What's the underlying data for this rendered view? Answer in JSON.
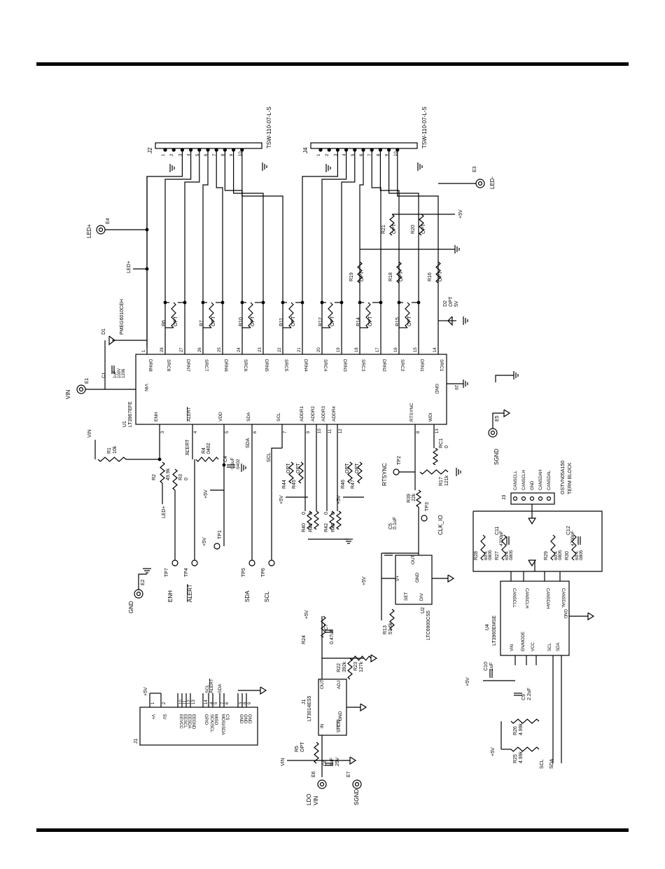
{
  "j2": {
    "ref": "J2",
    "part": "TSW-110-07-L-S",
    "pins": [
      "1",
      "2",
      "3",
      "4",
      "5",
      "6",
      "7",
      "8",
      "9",
      "10"
    ]
  },
  "j4": {
    "ref": "J4",
    "part": "TSW-110-07-L-S",
    "pins": [
      "1",
      "2",
      "3",
      "4",
      "5",
      "6",
      "7",
      "8",
      "9",
      "10"
    ]
  },
  "u1": {
    "ref": "U1",
    "part": "LT3967EFE",
    "top_pins": [
      {
        "name": "DRN8",
        "num": "1"
      },
      {
        "name": "SRC8",
        "num": "28"
      },
      {
        "name": "DRN7",
        "num": "27"
      },
      {
        "name": "SRC7",
        "num": "26"
      },
      {
        "name": "DRN6",
        "num": "25"
      },
      {
        "name": "SRC6",
        "num": "24"
      },
      {
        "name": "DRN5",
        "num": "23"
      },
      {
        "name": "SRC5",
        "num": "22"
      },
      {
        "name": "DRN4",
        "num": "21"
      },
      {
        "name": "SRC4",
        "num": "20"
      },
      {
        "name": "DRN3",
        "num": "19"
      },
      {
        "name": "SRC3",
        "num": "18"
      },
      {
        "name": "DRN2",
        "num": "17"
      },
      {
        "name": "SRC2",
        "num": "16"
      },
      {
        "name": "DRN1",
        "num": "15"
      },
      {
        "name": "SRC1",
        "num": "14"
      }
    ],
    "bottom_pins": [
      {
        "name": "ENH",
        "num": "3"
      },
      {
        "name": "ALERT",
        "num": "4"
      },
      {
        "name": "VDD",
        "num": "5"
      },
      {
        "name": "SDA",
        "num": "6"
      },
      {
        "name": "SCL",
        "num": "7"
      },
      {
        "name": "ADDR1",
        "num": "9"
      },
      {
        "name": "ADDR2",
        "num": "10"
      },
      {
        "name": "ADDR3",
        "num": "11"
      },
      {
        "name": "ADDR4",
        "num": "12"
      },
      {
        "name": "RTSYNC",
        "num": "8"
      },
      {
        "name": "WDI",
        "num": "13"
      }
    ],
    "vin": {
      "name": "VIN",
      "num": "2"
    },
    "gnd": {
      "name": "GND",
      "num": "29"
    }
  },
  "resistors_top": [
    {
      "ref": "R6",
      "val": "OPT"
    },
    {
      "ref": "R7",
      "val": "OPT"
    },
    {
      "ref": "R10",
      "val": "OPT"
    },
    {
      "ref": "R11",
      "val": "OPT"
    },
    {
      "ref": "R12",
      "val": "OPT"
    },
    {
      "ref": "R14",
      "val": "OPT"
    },
    {
      "ref": "R15",
      "val": "OPT"
    }
  ],
  "resistors_j4": [
    {
      "ref": "R21",
      "val": "OPT"
    },
    {
      "ref": "R20",
      "val": "OPT"
    },
    {
      "ref": "R19",
      "val": "OPT"
    },
    {
      "ref": "R18",
      "val": "OPT"
    },
    {
      "ref": "R16",
      "val": "OPT"
    }
  ],
  "d1": {
    "ref": "D1",
    "part": "PMEG6010CEH"
  },
  "d2": {
    "ref": "D2",
    "val": "OPT",
    "sub": "5V"
  },
  "c1": {
    "ref": "C1",
    "l1": "1uF",
    "l2": "100V",
    "l3": "1206"
  },
  "nets": {
    "led_plus": "LED+",
    "led_minus": "LED-",
    "vin": "VIN",
    "gnd": "GND",
    "sgnd": "SGND",
    "plus5v": "+5V",
    "enh": "ENH",
    "alert": "ALERT",
    "sda": "SDA",
    "scl": "SCL",
    "rtsync": "RTSYNC",
    "clk_io": "CLK_IO",
    "ldo_vin": "LDO",
    "ldo_vin2": "VIN"
  },
  "terminals": [
    "E1",
    "E2",
    "E3",
    "E4",
    "E5",
    "E6",
    "E7"
  ],
  "testpoints": [
    "TP1",
    "TP2",
    "TP3",
    "TP4",
    "TP5",
    "TP6",
    "TP7"
  ],
  "small_parts": {
    "r1": {
      "ref": "R1",
      "val": "10k"
    },
    "r2": {
      "ref": "R2",
      "val": "49.9k"
    },
    "r3": {
      "ref": "R3",
      "val": "0"
    },
    "r4": {
      "ref": "R4",
      "val": "0402"
    },
    "c4": {
      "ref": "C4",
      "v1": "0.1uF",
      "v2": "0402"
    },
    "r44": {
      "ref": "R44",
      "val": "OPT"
    },
    "r45": {
      "ref": "R45",
      "val": "OPT"
    },
    "r46": {
      "ref": "R46",
      "val": "OPT"
    },
    "r47": {
      "ref": "R47",
      "val": "OPT"
    },
    "r40": {
      "ref": "R40",
      "val": "0"
    },
    "r41": {
      "ref": "R41",
      "val": "0"
    },
    "r42": {
      "ref": "R42",
      "val": "0"
    },
    "r43": {
      "ref": "R43",
      "val": "0"
    },
    "rc1": {
      "ref": "RC1",
      "val": "0"
    },
    "r17": {
      "ref": "R17",
      "val": "121k"
    },
    "r39": {
      "ref": "R39",
      "val": "22k"
    },
    "c5": {
      "ref": "C5",
      "val": "0.1uF"
    },
    "r13": {
      "ref": "R13",
      "val": "57.6k"
    }
  },
  "u2": {
    "ref": "U2",
    "part": "LTC6900CS5",
    "out": "OUT",
    "vplus": "V+",
    "gnd": "GND",
    "set": "SET",
    "div": "DIV"
  },
  "u3": {
    "ref": "U3",
    "part": "LT3014ES5",
    "out": "OUT",
    "adj": "ADJ",
    "in": "IN",
    "shdn": "SHDN",
    "gnd": "GND",
    "r24": "R24",
    "r22": "R22",
    "r22v": "392k",
    "r23": "R23",
    "r23v": "127k",
    "c7": "C7",
    "c7v": "0.47uF",
    "r5": "R5",
    "r5v": "OPT",
    "c6": "C6",
    "c6v": "1uF",
    "c6v2": "25V"
  },
  "j1": {
    "ref": "J1",
    "pins": [
      {
        "name": "V+",
        "num": "1"
      },
      {
        "name": "5V",
        "num": "2"
      },
      {
        "name": "EEVCC",
        "num": "10"
      },
      {
        "name": "EESCL",
        "num": "11"
      },
      {
        "name": "EESDA",
        "num": "12"
      },
      {
        "name": "EEGND",
        "num": "13"
      },
      {
        "name": "GPIO",
        "num": "14"
      },
      {
        "name": "SCK/SCL",
        "num": "4"
      },
      {
        "name": "MISO",
        "num": "5"
      },
      {
        "name": "MOSI/SDA",
        "num": "7"
      },
      {
        "name": "CS",
        "num": "6"
      },
      {
        "name": "GND",
        "num": "3"
      },
      {
        "name": "GND",
        "num": "8"
      },
      {
        "name": "GND",
        "num": "9"
      }
    ],
    "net_scl": "SCL",
    "net_alert": "ALERT",
    "net_sda": "SDA"
  },
  "u4": {
    "ref": "U4",
    "part": "LT3960EMSE",
    "pins": [
      "CANSCLL",
      "CANSCLH",
      "CANSDAH",
      "CANSDAL",
      "GND",
      "VIN",
      "EN/MODE",
      "VCC",
      "SCL",
      "SDA"
    ]
  },
  "j3": {
    "ref": "J3",
    "part": "OSTVN05A150",
    "label": "TERM BLOCK",
    "pins": [
      "CANSCLL",
      "CANSCLH",
      "GND",
      "CANSDAH",
      "CANSDAL"
    ]
  },
  "can_parts": {
    "r28": {
      "ref": "R28",
      "v1": "60.4",
      "v2": "0805"
    },
    "r27": {
      "ref": "R27",
      "v1": "60.4",
      "v2": "0805"
    },
    "c11": {
      "ref": "C11",
      "val": "4700pF"
    },
    "r29": {
      "ref": "R29",
      "v1": "60.4",
      "v2": "0805"
    },
    "r30": {
      "ref": "R30",
      "v1": "60.4",
      "v2": "0805"
    },
    "c12": {
      "ref": "C12",
      "val": "4700pF"
    },
    "c10": {
      "ref": "C10",
      "val": "1uF"
    },
    "c9": {
      "ref": "C9",
      "val": "2.2uF"
    },
    "r26": {
      "ref": "R26",
      "val": "4.99k"
    },
    "r25": {
      "ref": "R25",
      "val": "4.99k"
    }
  }
}
